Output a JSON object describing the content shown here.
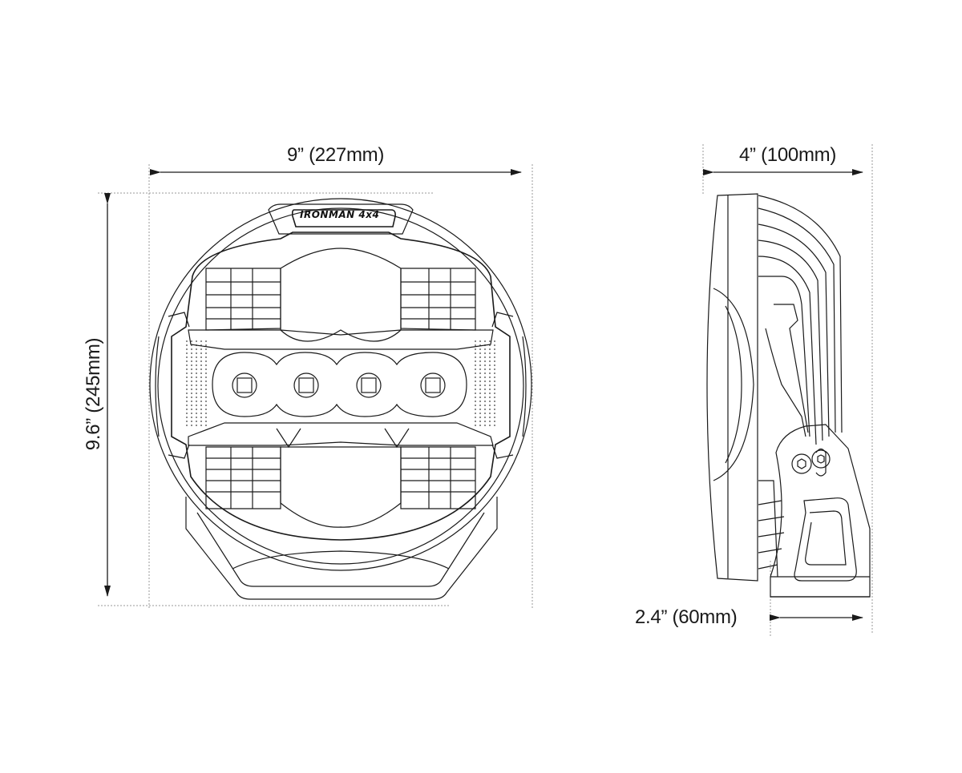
{
  "diagram": {
    "title": "Ironman 4x4 round LED driving light dimensions",
    "brand_badge": "IRONMAN 4x4",
    "views": [
      {
        "name": "front view",
        "features": [
          "brand badge",
          "4 round LED projectors",
          "4 reflector grids",
          "2 dotted side panels",
          "mounting base"
        ]
      },
      {
        "name": "side view",
        "features": [
          "finned heatsink",
          "lens housing",
          "mounting bracket",
          "2 hex bolts"
        ]
      }
    ],
    "dimensions": {
      "width": "9” (227mm)",
      "height": "9.6” (245mm)",
      "depth": "4” (100mm)",
      "base": "2.4” (60mm)"
    },
    "colors": {
      "line": "#1a1a1a",
      "guide": "#9a9a9a",
      "background": "#ffffff"
    }
  }
}
